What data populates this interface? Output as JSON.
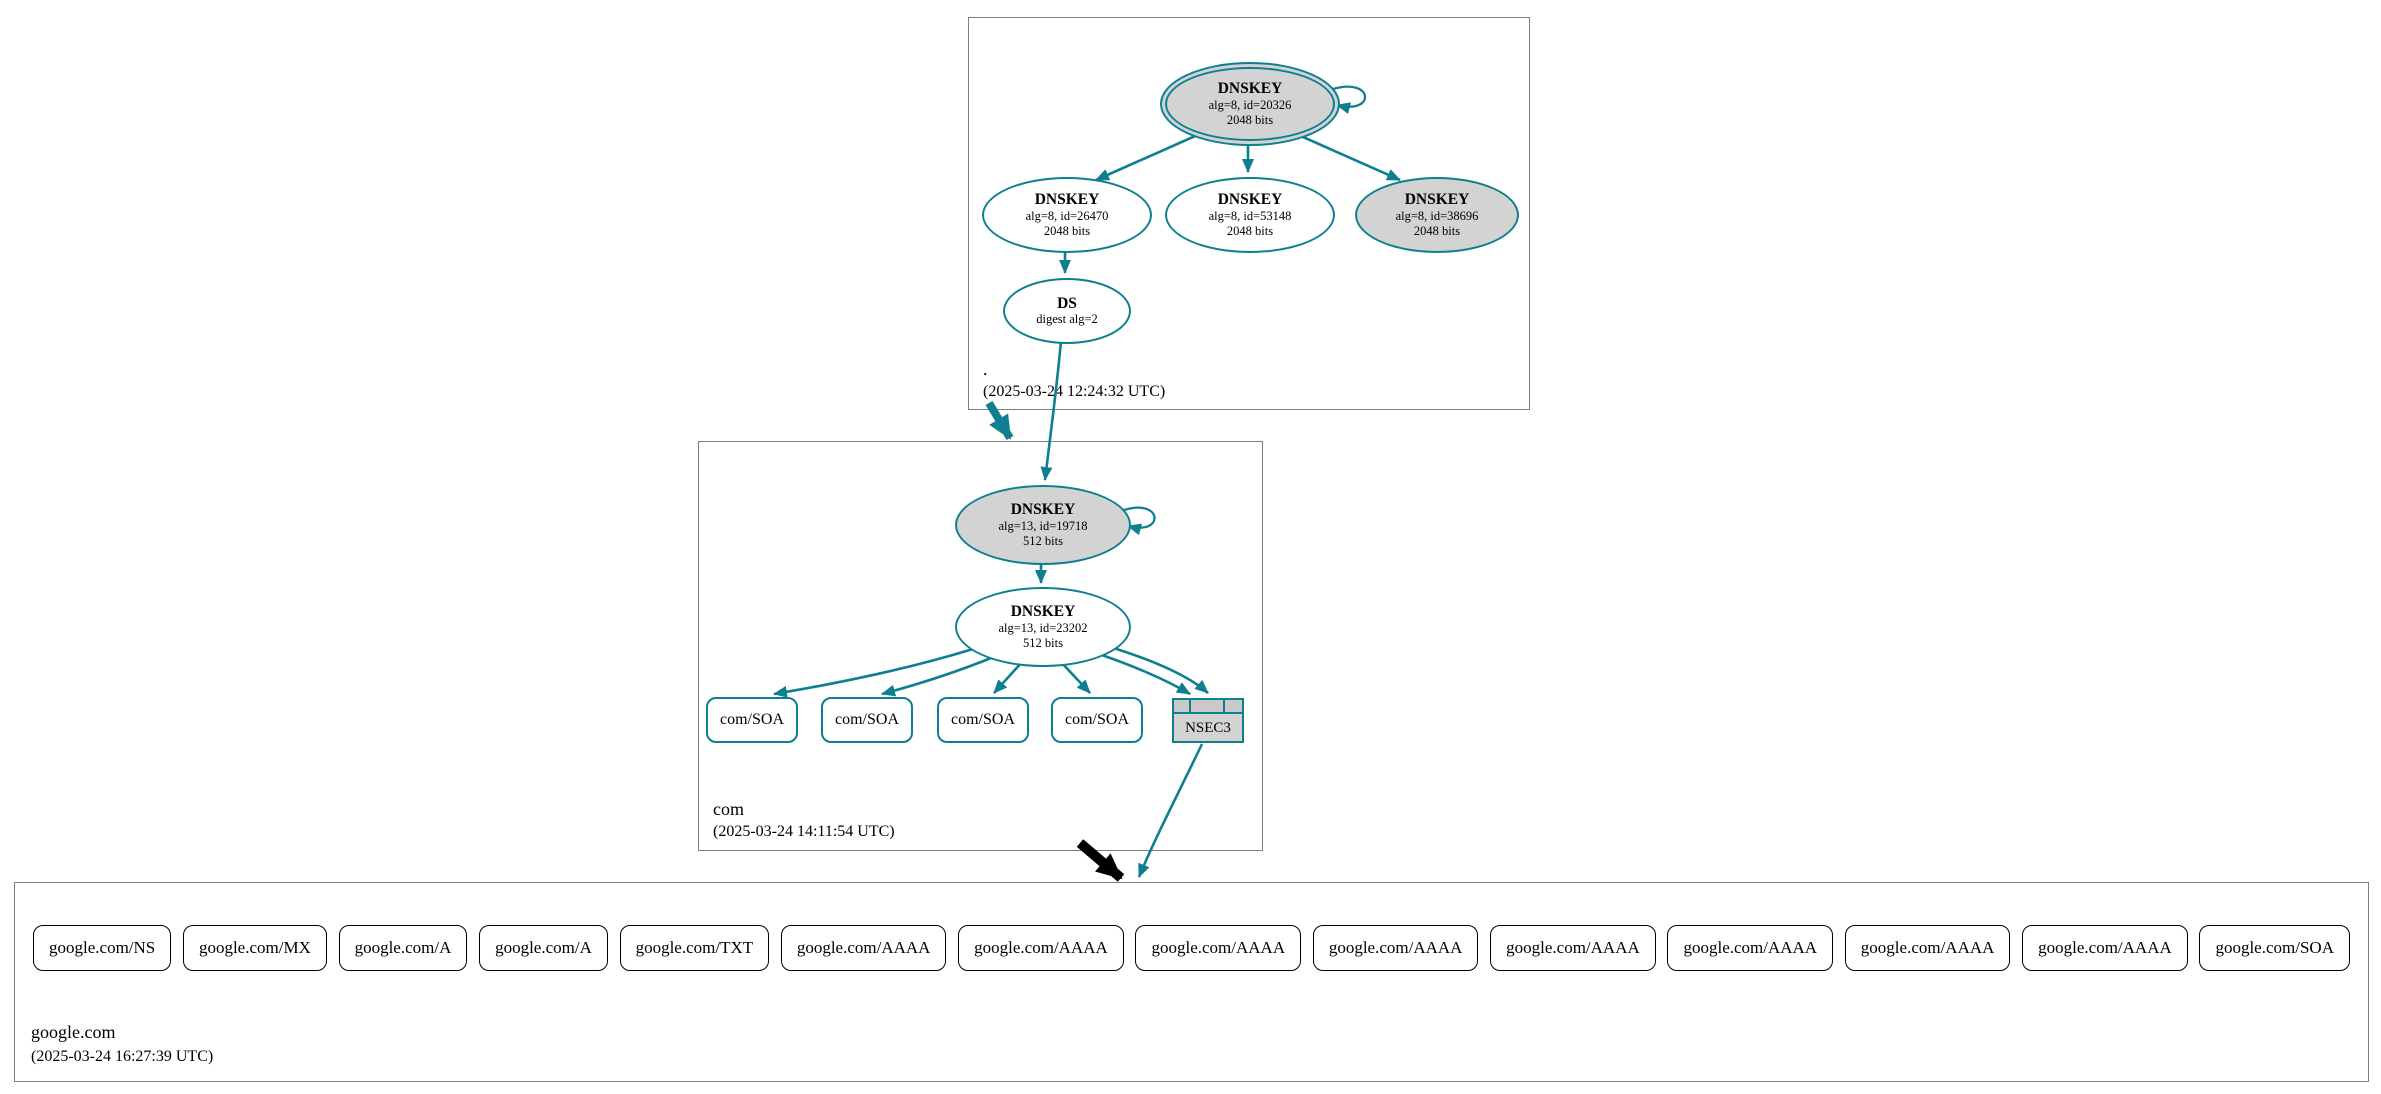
{
  "colors": {
    "secure_teal": "#0e7f91",
    "key_fill_gray": "#d3d3d3",
    "insecure_black": "#000000"
  },
  "zones": {
    "root": {
      "name": ".",
      "timestamp": "(2025-03-24 12:24:32 UTC)",
      "nodes": {
        "ksk20326": {
          "title": "DNSKEY",
          "alg": "alg=8, id=20326",
          "size": "2048 bits"
        },
        "zsk26470": {
          "title": "DNSKEY",
          "alg": "alg=8, id=26470",
          "size": "2048 bits"
        },
        "zsk53148": {
          "title": "DNSKEY",
          "alg": "alg=8, id=53148",
          "size": "2048 bits"
        },
        "ksk38696": {
          "title": "DNSKEY",
          "alg": "alg=8, id=38696",
          "size": "2048 bits"
        },
        "ds": {
          "title": "DS",
          "digest": "digest alg=2"
        }
      }
    },
    "com": {
      "name": "com",
      "timestamp": "(2025-03-24 14:11:54 UTC)",
      "nodes": {
        "ksk19718": {
          "title": "DNSKEY",
          "alg": "alg=13, id=19718",
          "size": "512 bits"
        },
        "zsk23202": {
          "title": "DNSKEY",
          "alg": "alg=13, id=23202",
          "size": "512 bits"
        },
        "soa": [
          "com/SOA",
          "com/SOA",
          "com/SOA",
          "com/SOA"
        ],
        "nsec3": "NSEC3"
      }
    },
    "google": {
      "name": "google.com",
      "timestamp": "(2025-03-24 16:27:39 UTC)",
      "records": [
        "google.com/NS",
        "google.com/MX",
        "google.com/A",
        "google.com/A",
        "google.com/TXT",
        "google.com/AAAA",
        "google.com/AAAA",
        "google.com/AAAA",
        "google.com/AAAA",
        "google.com/AAAA",
        "google.com/AAAA",
        "google.com/AAAA",
        "google.com/AAAA",
        "google.com/SOA"
      ]
    }
  }
}
